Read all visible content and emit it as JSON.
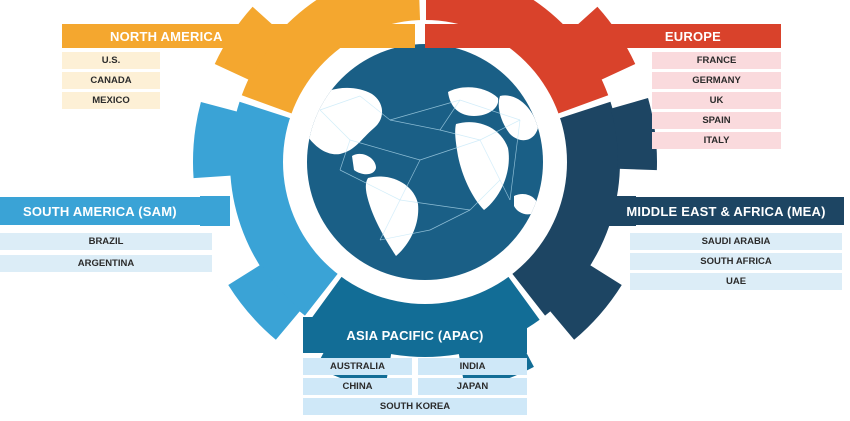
{
  "regions": {
    "north_america": {
      "title": "NORTH AMERICA",
      "countries": [
        "U.S.",
        "CANADA",
        "MEXICO"
      ],
      "color": "#f4a72f"
    },
    "europe": {
      "title": "EUROPE",
      "countries": [
        "FRANCE",
        "GERMANY",
        "UK",
        "SPAIN",
        "ITALY"
      ],
      "color": "#d9422b"
    },
    "south_america": {
      "title": "SOUTH AMERICA (SAM)",
      "countries": [
        "BRAZIL",
        "ARGENTINA"
      ],
      "color": "#3aa3d6"
    },
    "mea": {
      "title": "MIDDLE EAST & AFRICA (MEA)",
      "countries": [
        "SAUDI ARABIA",
        "SOUTH AFRICA",
        "UAE"
      ],
      "color": "#1d4563"
    },
    "apac": {
      "title": "ASIA PACIFIC (APAC)",
      "countries": [
        "AUSTRALIA",
        "INDIA",
        "CHINA",
        "JAPAN",
        "SOUTH KOREA"
      ],
      "color": "#126d96"
    }
  },
  "globe": {
    "ocean_color": "#1a5f86",
    "land_color": "#ffffff",
    "icon": "globe-icon"
  }
}
